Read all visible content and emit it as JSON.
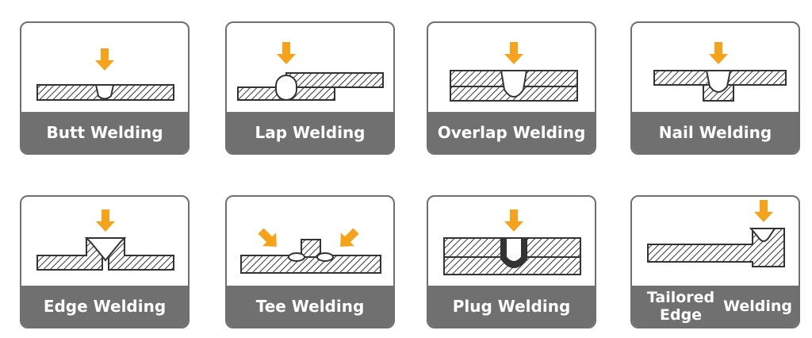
{
  "colors": {
    "arrow": "#F7A21B",
    "label_bg": "#707070",
    "label_text": "#FFFFFF",
    "border": "#6F6F6F"
  },
  "cards": [
    {
      "label": "Butt Welding",
      "icon": "butt-weld-diagram"
    },
    {
      "label": "Lap Welding",
      "icon": "lap-weld-diagram"
    },
    {
      "label": "Overlap Welding",
      "icon": "overlap-weld-diagram"
    },
    {
      "label": "Nail Welding",
      "icon": "nail-weld-diagram"
    },
    {
      "label": "Edge Welding",
      "icon": "edge-weld-diagram"
    },
    {
      "label": "Tee Welding",
      "icon": "tee-weld-diagram"
    },
    {
      "label": "Plug Welding",
      "icon": "plug-weld-diagram"
    },
    {
      "label": "Tailored Edge Welding",
      "label_line1": "Tailored Edge",
      "label_line2": "Welding",
      "icon": "tailored-edge-weld-diagram"
    }
  ]
}
